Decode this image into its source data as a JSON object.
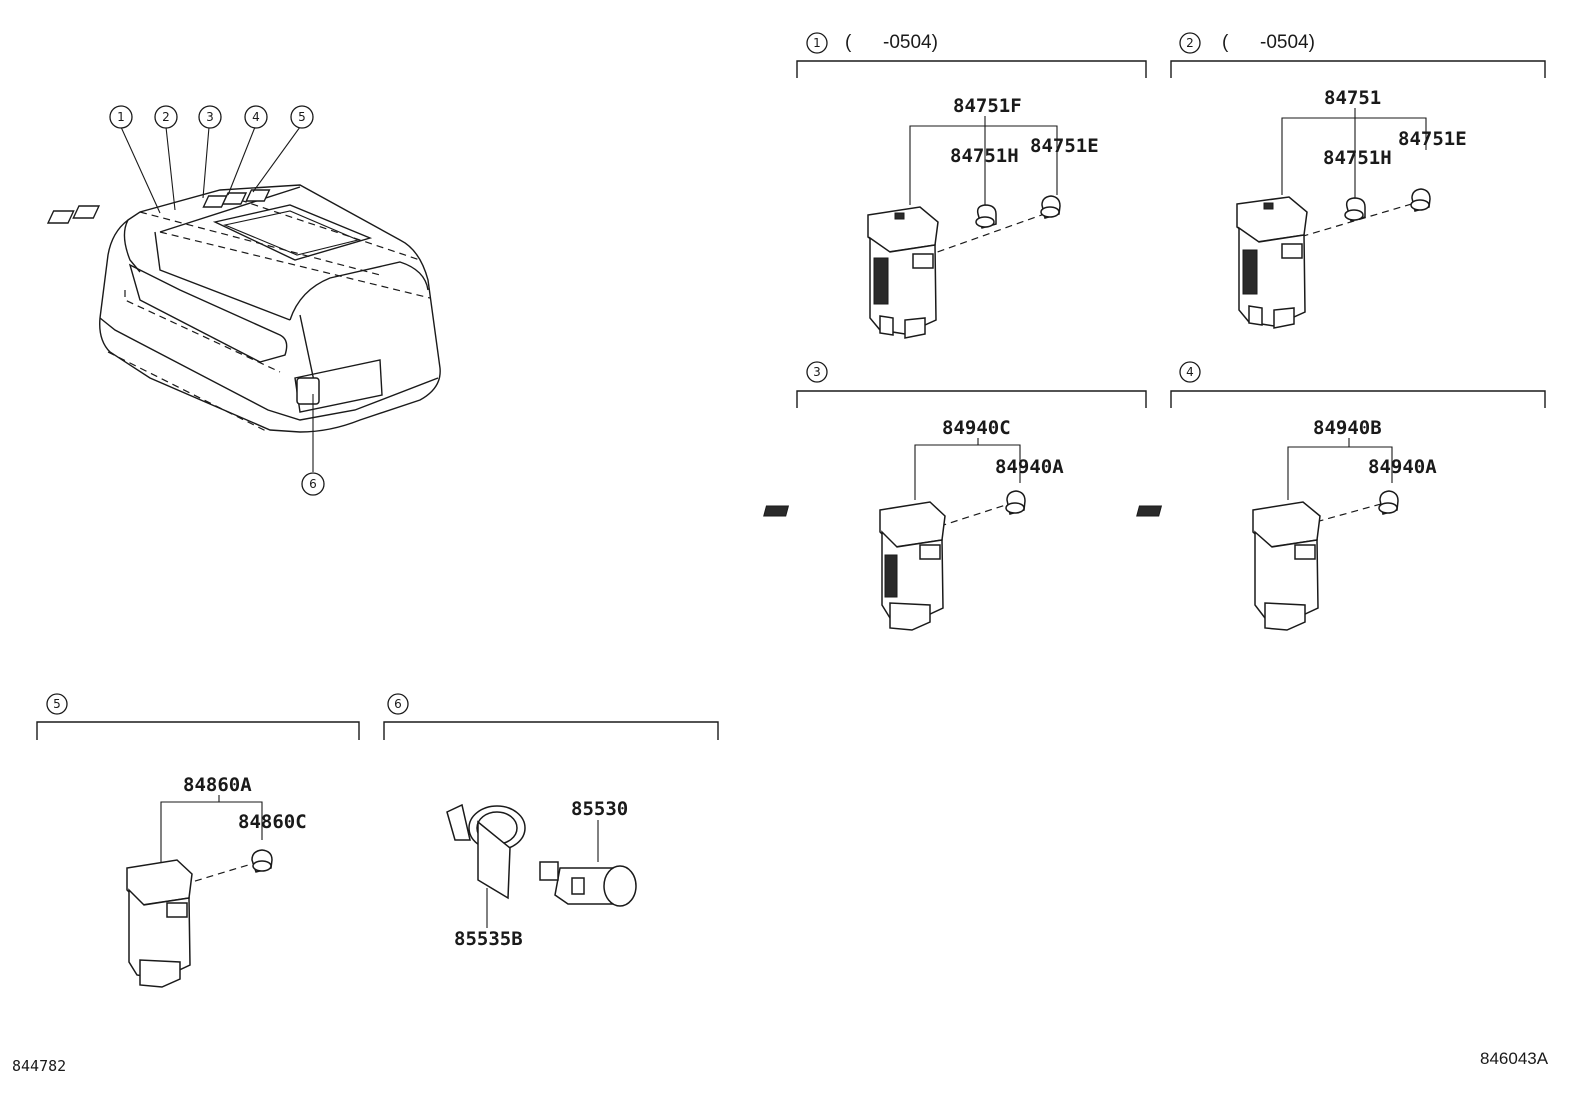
{
  "overview": {
    "callouts": [
      "1",
      "2",
      "3",
      "4",
      "5",
      "6"
    ]
  },
  "panels": [
    {
      "id": "1",
      "header": "(      -0504)",
      "parts": [
        "84751F",
        "84751H",
        "84751E"
      ]
    },
    {
      "id": "2",
      "header": "(      -0504)",
      "parts": [
        "84751",
        "84751H",
        "84751E"
      ]
    },
    {
      "id": "3",
      "header": "",
      "parts": [
        "84940C",
        "84940A"
      ]
    },
    {
      "id": "4",
      "header": "",
      "parts": [
        "84940B",
        "84940A"
      ]
    },
    {
      "id": "5",
      "header": "",
      "parts": [
        "84860A",
        "84860C"
      ]
    },
    {
      "id": "6",
      "header": "",
      "parts": [
        "85530",
        "85535B"
      ]
    }
  ],
  "footer": {
    "left_code": "844782",
    "right_code": "846043A"
  },
  "colors": {
    "line": "#1a1a1a",
    "background": "#ffffff"
  }
}
